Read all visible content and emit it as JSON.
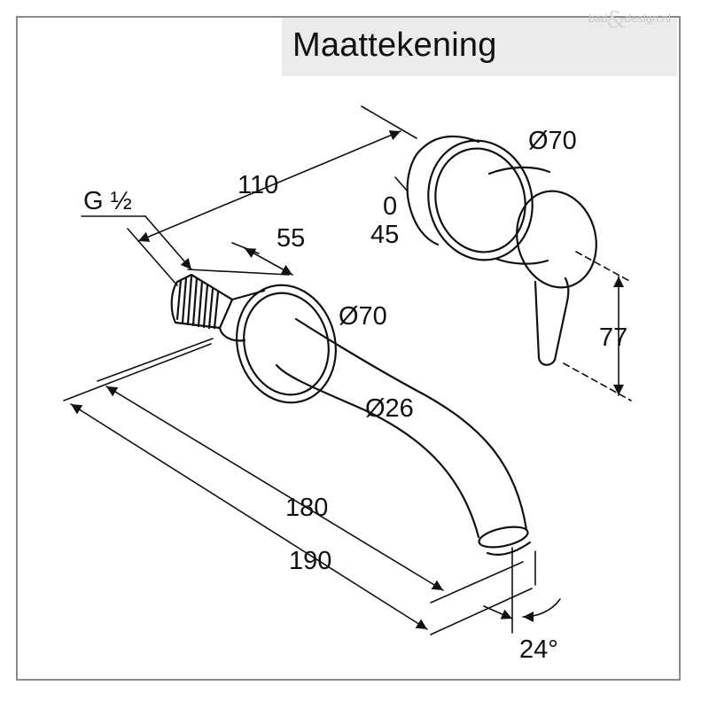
{
  "title": "Maattekening",
  "watermark": {
    "left": "bad",
    "amp": "&",
    "right": "design.nl"
  },
  "dimensions": {
    "d110": "110",
    "d55": "55",
    "thread": "G ½",
    "diam70_mixer": "Ø70",
    "depth_0": "0",
    "depth_45": "45",
    "diam70_spout": "Ø70",
    "diam26": "Ø26",
    "h77": "77",
    "d180": "180",
    "d190": "190",
    "angle": "24°"
  },
  "colors": {
    "line": "#111111",
    "frame": "#8a8a8a",
    "title_bg": "#ebebeb"
  }
}
